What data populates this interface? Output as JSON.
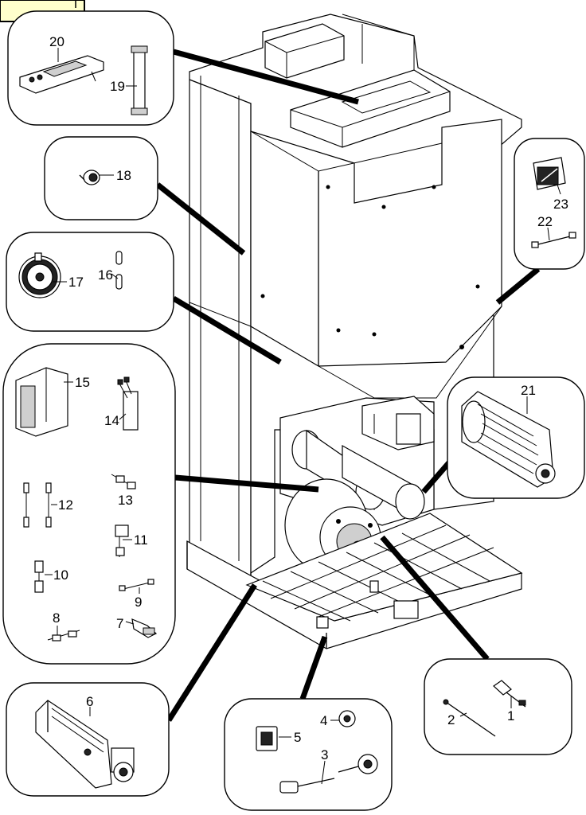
{
  "diagram": {
    "corner_tag": "",
    "callouts": [
      {
        "id": "c1",
        "label": "1"
      },
      {
        "id": "c2",
        "label": "2"
      },
      {
        "id": "c3",
        "label": "3"
      },
      {
        "id": "c4",
        "label": "4"
      },
      {
        "id": "c5",
        "label": "5"
      },
      {
        "id": "c6",
        "label": "6"
      },
      {
        "id": "c7",
        "label": "7"
      },
      {
        "id": "c8",
        "label": "8"
      },
      {
        "id": "c9",
        "label": "9"
      },
      {
        "id": "c10",
        "label": "10"
      },
      {
        "id": "c11",
        "label": "11"
      },
      {
        "id": "c12",
        "label": "12"
      },
      {
        "id": "c13",
        "label": "13"
      },
      {
        "id": "c14",
        "label": "14"
      },
      {
        "id": "c15",
        "label": "15"
      },
      {
        "id": "c16",
        "label": "16"
      },
      {
        "id": "c17",
        "label": "17"
      },
      {
        "id": "c18",
        "label": "18"
      },
      {
        "id": "c19",
        "label": "19"
      },
      {
        "id": "c20",
        "label": "20"
      },
      {
        "id": "c21",
        "label": "21"
      },
      {
        "id": "c22",
        "label": "22"
      },
      {
        "id": "c23",
        "label": "23"
      }
    ]
  }
}
